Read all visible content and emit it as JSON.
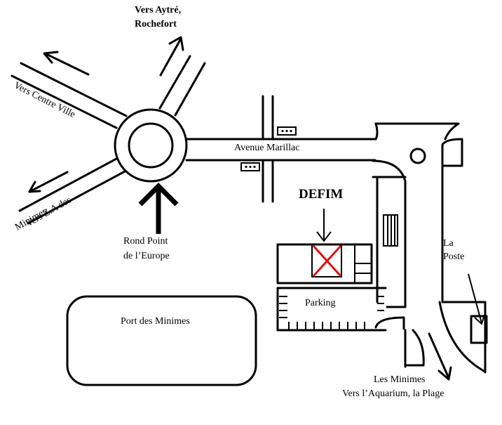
{
  "labels": {
    "aytre_line1": "Vers Aytré,",
    "aytre_line2": "Rochefort",
    "centre_ville": "Vers Centre Ville",
    "za_line1": "Vers Z.A des",
    "za_line2": "Minimes",
    "rond_point_line1": "Rond Point",
    "rond_point_line2": "de l’Europe",
    "avenue": "Avenue Marillac",
    "defim": "DEFIM",
    "parking": "Parking",
    "port": "Port des Minimes",
    "poste_line1": "La",
    "poste_line2": "Poste",
    "minimes_line1": "Les Minimes",
    "minimes_line2": "Vers l’Aquarium, la Plage"
  },
  "colors": {
    "marker": "#e01010",
    "ink": "#000000"
  },
  "icons": {
    "destination_marker": "red-x-icon"
  }
}
